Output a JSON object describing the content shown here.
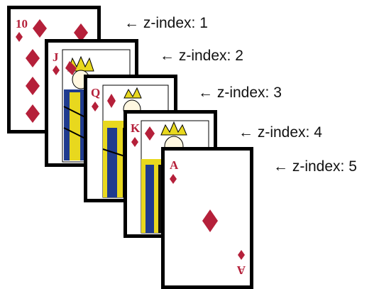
{
  "colors": {
    "red": "#b5203a",
    "gold": "#e8d81e",
    "black": "#000000"
  },
  "cards": [
    {
      "rank": "10",
      "suit": "diamond",
      "z": 1
    },
    {
      "rank": "J",
      "suit": "diamond",
      "z": 2
    },
    {
      "rank": "Q",
      "suit": "diamond",
      "z": 3
    },
    {
      "rank": "K",
      "suit": "diamond",
      "z": 4
    },
    {
      "rank": "A",
      "suit": "diamond",
      "z": 5
    }
  ],
  "labels": [
    {
      "arrow": "←",
      "text": "z-index: 1"
    },
    {
      "arrow": "←",
      "text": "z-index: 2"
    },
    {
      "arrow": "←",
      "text": "z-index: 3"
    },
    {
      "arrow": "←",
      "text": "z-index: 4"
    },
    {
      "arrow": "←",
      "text": "z-index: 5"
    }
  ]
}
